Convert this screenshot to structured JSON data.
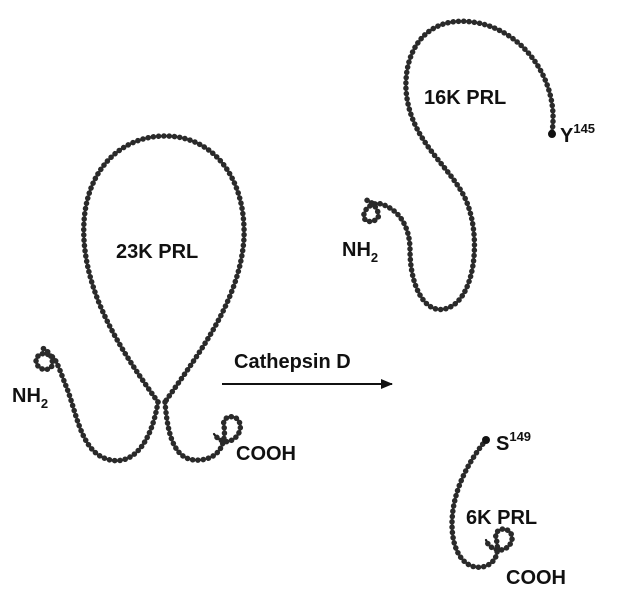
{
  "labels": {
    "prl23": "23K PRL",
    "prl16": "16K PRL",
    "prl6": "6K PRL",
    "enzyme": "Cathepsin D",
    "nh2_left_main": "NH",
    "nh2_left_sub": "2",
    "nh2_right_main": "NH",
    "nh2_right_sub": "2",
    "cooh_left": "COOH",
    "cooh_right": "COOH",
    "y_site_main": "Y",
    "y_site_sup": "145",
    "s_site_main": "S",
    "s_site_sup": "149"
  },
  "colors": {
    "chain": "#2a2a2a",
    "text": "#111111",
    "background": "#ffffff"
  }
}
